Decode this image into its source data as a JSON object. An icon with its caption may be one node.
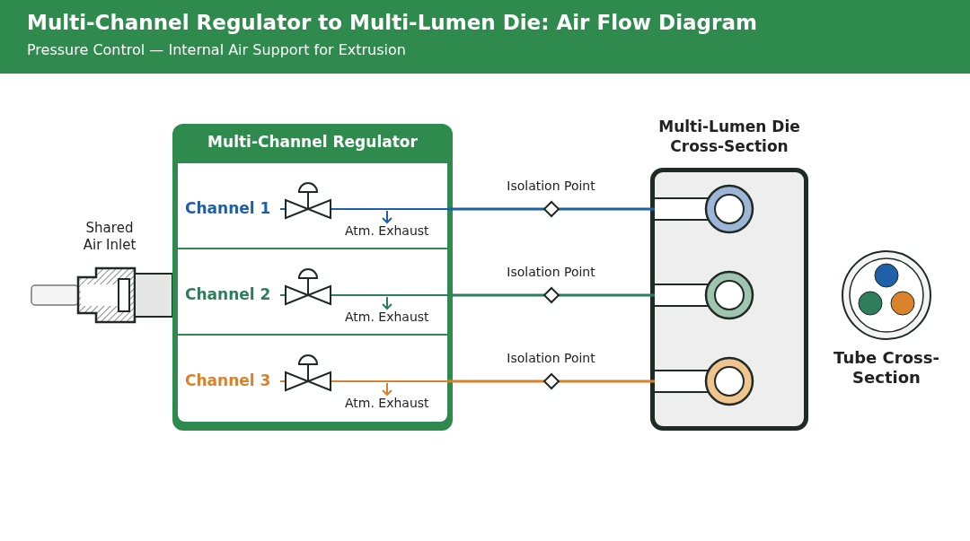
{
  "diagram": {
    "title": "Multi-Channel Regulator to Multi-Lumen Die: Air Flow Diagram",
    "nodes": [
      {
        "text": [
          "Shared Air Inlet"
        ]
      },
      {
        "text": [
          "Multi-Channel Regulator"
        ]
      },
      {
        "text": [
          "Channel 1"
        ],
        "in": 1
      },
      {
        "text": [
          "Channel 2"
        ],
        "in": 1
      },
      {
        "text": [
          "Channel 3"
        ],
        "in": 1
      },
      {
        "text": [
          "Multi-Lumen Die Cross-Section"
        ]
      },
      {
        "text": [],
        "shape": "circle",
        "in": 5
      },
      {
        "text": [],
        "shape": "circle",
        "in": 5
      },
      {
        "text": [],
        "shape": "circle",
        "in": 5
      },
      {
        "text": [
          "Tube Cross-Section"
        ]
      }
    ],
    "edges": [
      {
        "from": 2,
        "to": 6,
        "arrow": "none",
        "label": "Isolation Point",
        "color": "#1f5fa8"
      },
      {
        "from": 3,
        "to": 7,
        "arrow": "none",
        "label": "Isolation Point",
        "color": "#2e7d5b"
      },
      {
        "from": 4,
        "to": 8,
        "arrow": "none",
        "label": "Isolation Point",
        "color": "#d9822b"
      }
    ],
    "labels": [
      "Pressure Control — Internal Air Support for Extrusion",
      "Atm. Exhaust",
      "Atm. Exhaust",
      "Atm. Exhaust"
    ]
  }
}
